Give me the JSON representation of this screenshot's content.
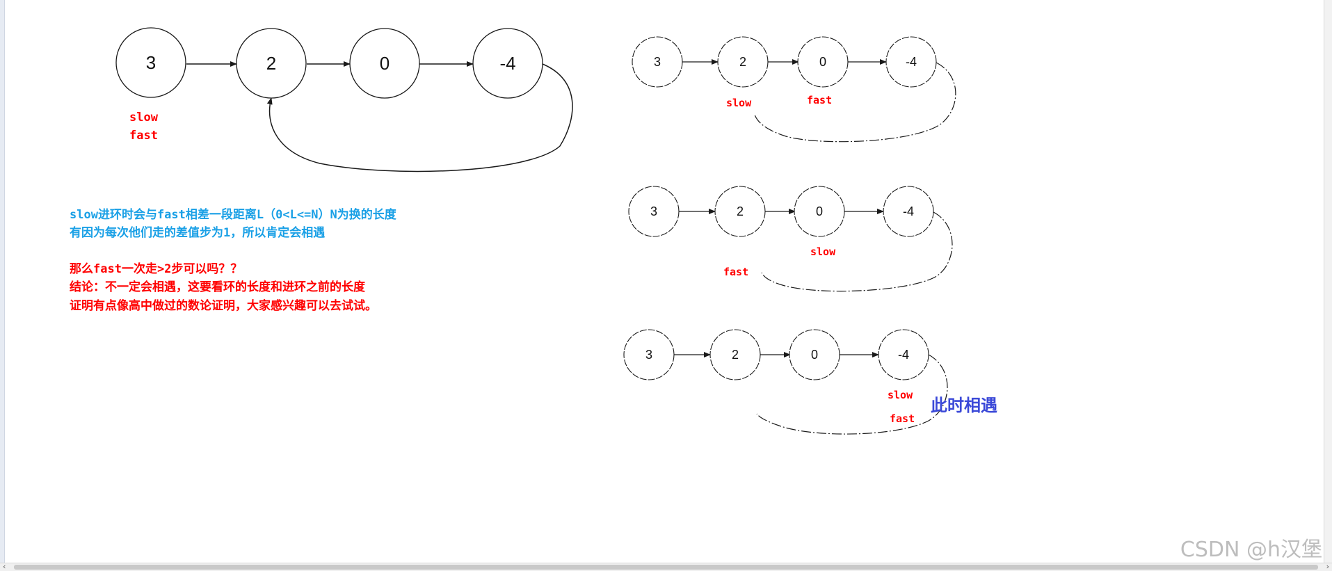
{
  "colors": {
    "red": "#ff0000",
    "cyan": "#1aa0e6",
    "blue": "#3b49d8",
    "line": "#1a1a1a",
    "watermark": "#bdbdbd"
  },
  "diagram_main": {
    "nodes": [
      "3",
      "2",
      "0",
      "-4"
    ],
    "labels": [
      "slow",
      "fast"
    ]
  },
  "step1": {
    "nodes": [
      "3",
      "2",
      "0",
      "-4"
    ],
    "slow_label": "slow",
    "fast_label": "fast"
  },
  "step2": {
    "nodes": [
      "3",
      "2",
      "0",
      "-4"
    ],
    "slow_label": "slow",
    "fast_label": "fast"
  },
  "step3": {
    "nodes": [
      "3",
      "2",
      "0",
      "-4"
    ],
    "slow_label": "slow",
    "fast_label": "fast",
    "meet_label": "此时相遇"
  },
  "notes": {
    "line1": "slow进环时会与fast相差一段距离L（0<L<=N）N为换的长度",
    "line2": "有因为每次他们走的差值步为1，所以肯定会相遇",
    "line3": "那么fast一次走>2步可以吗？？",
    "line4": "结论：不一定会相遇，这要看环的长度和进环之前的长度",
    "line5": "证明有点像高中做过的数论证明，大家感兴趣可以去试试。"
  },
  "watermark": "CSDN @h汉堡",
  "scroll_arrows": [
    "‹",
    "›"
  ]
}
